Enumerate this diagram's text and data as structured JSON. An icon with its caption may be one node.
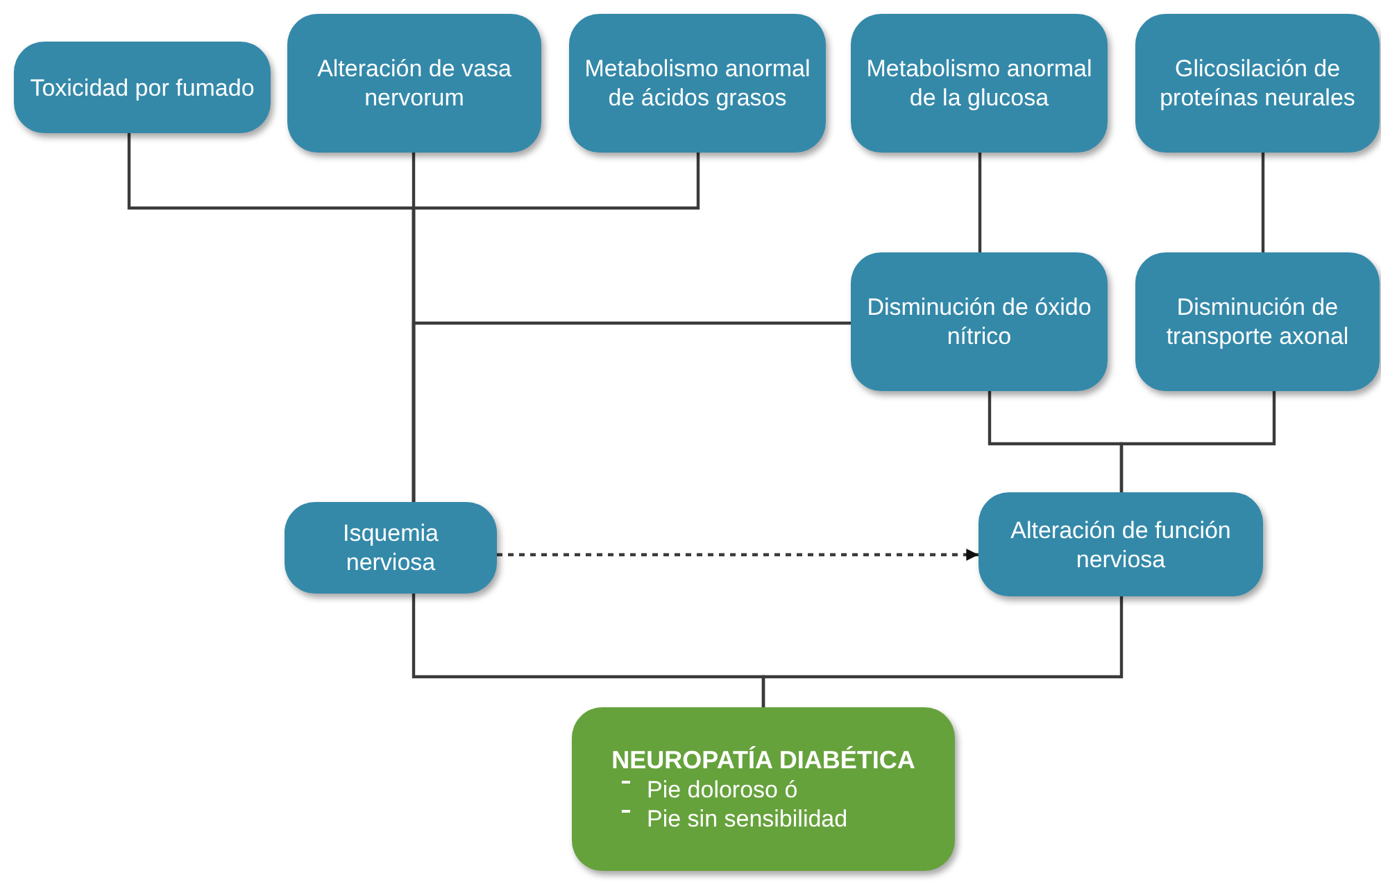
{
  "diagram": {
    "nodes": [
      {
        "text": [
          "Toxicidad por fumado"
        ]
      },
      {
        "text": [
          "Alteración de vasa nervorum"
        ]
      },
      {
        "text": [
          "Metabolismo anormal de ácidos grasos"
        ]
      },
      {
        "text": [
          "Metabolismo anormal de la glucosa"
        ]
      },
      {
        "text": [
          "Glicosilación de proteínas neurales"
        ]
      },
      {
        "text": [
          "Disminución de óxido nítrico"
        ]
      },
      {
        "text": [
          "Disminución de transporte axonal"
        ]
      },
      {
        "text": [
          "Isquemia nerviosa"
        ]
      },
      {
        "text": [
          "Alteración de función nerviosa"
        ]
      },
      {
        "text": [
          "NEUROPATÍA DIABÉTICA",
          "Pie doloroso ó",
          "Pie sin sensibilidad"
        ]
      }
    ],
    "edges": [
      {
        "from": 0,
        "to": 7,
        "arrow": "none"
      },
      {
        "from": 1,
        "to": 7,
        "arrow": "none"
      },
      {
        "from": 2,
        "to": 7,
        "arrow": "none"
      },
      {
        "from": 5,
        "to": 7,
        "arrow": "none"
      },
      {
        "from": 3,
        "to": 5,
        "arrow": "none"
      },
      {
        "from": 4,
        "to": 6,
        "arrow": "none"
      },
      {
        "from": 5,
        "to": 8,
        "arrow": "none"
      },
      {
        "from": 6,
        "to": 8,
        "arrow": "none"
      },
      {
        "from": 7,
        "to": 8,
        "arrow": "to",
        "style": "dashed"
      },
      {
        "from": 7,
        "to": 9,
        "arrow": "none"
      },
      {
        "from": 8,
        "to": 9,
        "arrow": "none"
      }
    ]
  }
}
